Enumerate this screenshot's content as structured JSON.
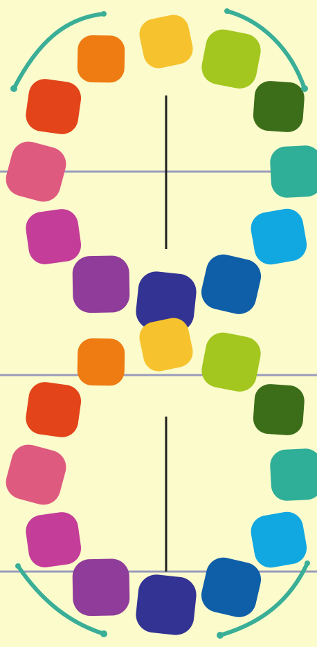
{
  "background": "#fbfbcc",
  "colors": {
    "guide_line": "#9a9bbc",
    "axis_line": "#1f1f1f",
    "arrow": "#3aae97"
  },
  "wheels": [
    {
      "name": "upper-wheel",
      "arrows": [
        "left-arc-arrow",
        "right-arc-arrow"
      ],
      "swatches": [
        {
          "name": "yellow",
          "color": "#f6c22e"
        },
        {
          "name": "yellow-green",
          "color": "#a3c71f"
        },
        {
          "name": "green",
          "color": "#3c6e1a"
        },
        {
          "name": "blue-green",
          "color": "#2fae98"
        },
        {
          "name": "light-blue",
          "color": "#11a8e2"
        },
        {
          "name": "blue",
          "color": "#0f5ea8"
        },
        {
          "name": "indigo",
          "color": "#333394"
        },
        {
          "name": "violet",
          "color": "#8f3c9a"
        },
        {
          "name": "magenta",
          "color": "#c43d99"
        },
        {
          "name": "pink",
          "color": "#df5a7f"
        },
        {
          "name": "red",
          "color": "#e3441a"
        },
        {
          "name": "orange",
          "color": "#ee7c13"
        }
      ]
    },
    {
      "name": "lower-wheel",
      "arrows": [
        "lower-left-arc-arrow",
        "lower-right-arc-arrow"
      ],
      "swatches": [
        {
          "name": "yellow",
          "color": "#f6c22e"
        },
        {
          "name": "yellow-green",
          "color": "#a3c71f"
        },
        {
          "name": "green",
          "color": "#3c6e1a"
        },
        {
          "name": "blue-green",
          "color": "#2fae98"
        },
        {
          "name": "light-blue",
          "color": "#11a8e2"
        },
        {
          "name": "blue",
          "color": "#0f5ea8"
        },
        {
          "name": "indigo",
          "color": "#333394"
        },
        {
          "name": "violet",
          "color": "#8f3c9a"
        },
        {
          "name": "magenta",
          "color": "#c43d99"
        },
        {
          "name": "pink",
          "color": "#df5a7f"
        },
        {
          "name": "red",
          "color": "#e3441a"
        },
        {
          "name": "orange",
          "color": "#ee7c13"
        }
      ]
    }
  ]
}
